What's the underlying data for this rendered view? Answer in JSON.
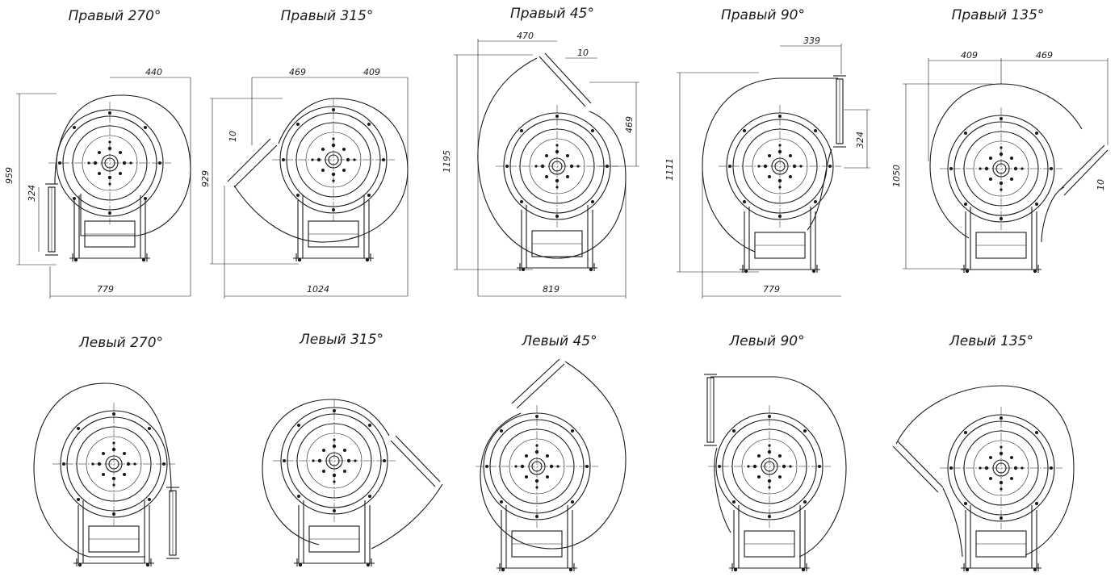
{
  "title_suffix": "°",
  "variants": [
    {
      "id": "r270",
      "label": "Правый 270°",
      "dims": {
        "w": "779",
        "h": "959",
        "top": "440",
        "flange": "324"
      }
    },
    {
      "id": "r315",
      "label": "Правый 315°",
      "dims": {
        "w": "1024",
        "h": "929",
        "top_left": "469",
        "top_right": "409",
        "gap": "10"
      }
    },
    {
      "id": "r45",
      "label": "Правый 45°",
      "dims": {
        "w": "819",
        "h": "1195",
        "top": "470",
        "gap": "10",
        "right": "469"
      }
    },
    {
      "id": "r90",
      "label": "Правый 90°",
      "dims": {
        "w": "779",
        "h": "1111",
        "top": "339",
        "flange": "324"
      }
    },
    {
      "id": "r135",
      "label": "Правый 135°",
      "dims": {
        "h": "1050",
        "top_left": "409",
        "top_right": "469",
        "gap": "10"
      }
    },
    {
      "id": "l270",
      "label": "Левый 270°"
    },
    {
      "id": "l315",
      "label": "Левый 315°"
    },
    {
      "id": "l45",
      "label": "Левый 45°"
    },
    {
      "id": "l90",
      "label": "Левый 90°"
    },
    {
      "id": "l135",
      "label": "Левый 135°"
    }
  ]
}
